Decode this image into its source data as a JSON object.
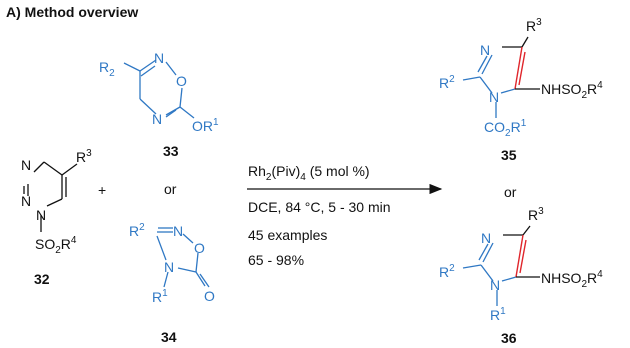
{
  "heading": "A) Method overview",
  "compounds": {
    "c32": "32",
    "c33": "33",
    "c34": "34",
    "c35": "35",
    "c36": "36"
  },
  "plus": "+",
  "or_left": "or",
  "or_right": "or",
  "conditions": {
    "line1": "DCE, 84 °C, 5 - 30 min",
    "line2": "45 examples",
    "line3": "65 - 98%"
  },
  "colors": {
    "blue": "#2f78c4",
    "red": "#e0262c",
    "black": "#111111"
  }
}
